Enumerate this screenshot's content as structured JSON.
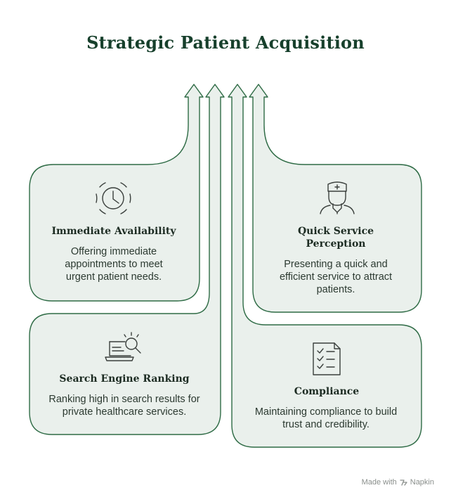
{
  "title": "Strategic Patient Acquisition",
  "cards": [
    {
      "id": "immediate",
      "title": "Immediate Availability",
      "text": "Offering immediate appointments to meet urgent patient needs.",
      "icon": "clock-icon"
    },
    {
      "id": "quick",
      "title": "Quick Service Perception",
      "text": "Presenting a quick and efficient service to attract patients.",
      "icon": "doctor-icon"
    },
    {
      "id": "search",
      "title": "Search Engine Ranking",
      "text": "Ranking high in search results for private healthcare services.",
      "icon": "laptop-search-icon"
    },
    {
      "id": "compliance",
      "title": "Compliance",
      "text": "Maintaining compliance to build trust and credibility.",
      "icon": "checklist-icon"
    }
  ],
  "footer": {
    "made_with": "Made with",
    "brand": "Napkin"
  },
  "colors": {
    "stroke": "#2e6b45",
    "fill": "#eaf0ec",
    "title": "#17402c",
    "icon": "#3a3f3c"
  }
}
